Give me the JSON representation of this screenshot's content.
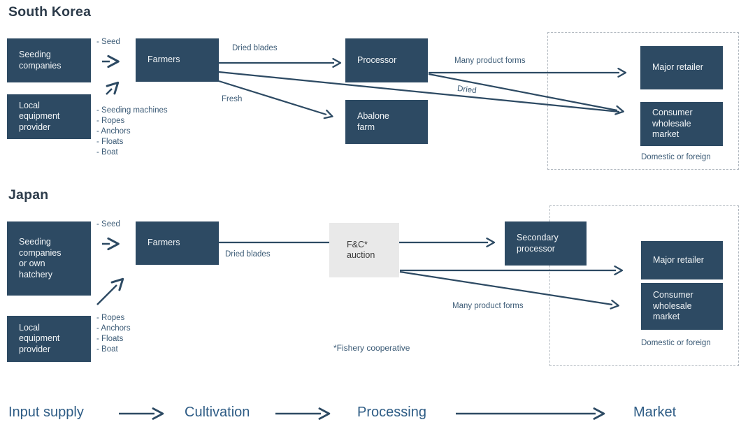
{
  "colors": {
    "node_bg": "#2d4a63",
    "node_text": "#f2f5f7",
    "auction_bg": "#e9e9e9",
    "auction_text": "#3a3a3a",
    "line": "#2d4a63",
    "label_text": "#3d5c77",
    "stage_text": "#2e5c85",
    "title_text": "#2c3b4a",
    "dashed_border": "#b3bac1"
  },
  "south_korea": {
    "title": "South Korea",
    "nodes": {
      "seeding_companies": "Seeding\ncompanies",
      "equipment_provider": "Local\nequipment\nprovider",
      "farmers": "Farmers",
      "processor": "Processor",
      "abalone_farm": "Abalone\nfarm",
      "major_retailer": "Major retailer",
      "consumer_wholesale": "Consumer\nwholesale\nmarket"
    },
    "labels": {
      "seed": "- Seed",
      "equipment_items": "- Seeding machines\n- Ropes\n- Anchors\n- Floats\n- Boat",
      "dried_blades": "Dried blades",
      "fresh": "Fresh",
      "many_product_forms": "Many product forms",
      "dried": "Dried",
      "domestic_or_foreign": "Domestic or foreign"
    }
  },
  "japan": {
    "title": "Japan",
    "nodes": {
      "seeding_companies": "Seeding\ncompanies\nor own\nhatchery",
      "equipment_provider": "Local\nequipment\nprovider",
      "farmers": "Farmers",
      "fc_auction": "F&C*\nauction",
      "secondary_processor": "Secondary\nprocessor",
      "major_retailer": "Major retailer",
      "consumer_wholesale": "Consumer\nwholesale\nmarket"
    },
    "labels": {
      "seed": "- Seed",
      "equipment_items": "- Ropes\n- Anchors\n- Floats\n- Boat",
      "dried_blades": "Dried blades",
      "many_product_forms": "Many product forms",
      "footnote": "*Fishery cooperative",
      "domestic_or_foreign": "Domestic or foreign"
    }
  },
  "stages": [
    "Input supply",
    "Cultivation",
    "Processing",
    "Market"
  ]
}
